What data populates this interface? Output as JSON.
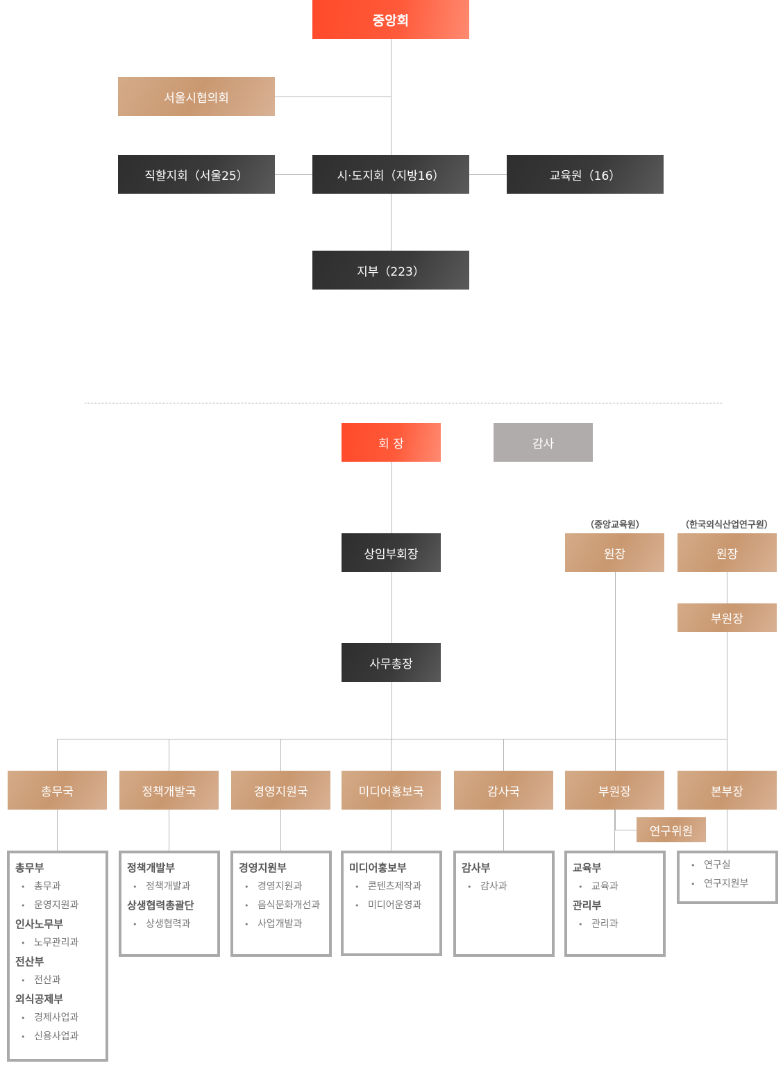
{
  "top": {
    "central": "중앙회",
    "seoul_council": "서울시협의회",
    "direct_branch": "직할지회（서울25）",
    "city_branch": "시·도지회（지방16）",
    "education": "교육원（16）",
    "branch": "지부（223）"
  },
  "org": {
    "president": "회 장",
    "auditor": "감사",
    "vice_chair": "상임부회장",
    "secretary_general": "사무총장",
    "edu_label": "（중앙교육원）",
    "edu_head": "원장",
    "inst_label": "（한국외식산업연구원）",
    "inst_head": "원장",
    "inst_vice": "부원장",
    "researcher": "연구위원",
    "departments": [
      "총무국",
      "정책개발국",
      "경영지원국",
      "미디어홍보국",
      "감사국",
      "부원장",
      "본부장"
    ]
  },
  "details": [
    [
      {
        "h": "총무부"
      },
      {
        "i": "총무과"
      },
      {
        "i": "운영지원과"
      },
      {
        "h": "인사노무부"
      },
      {
        "i": "노무관리과"
      },
      {
        "h": "전산부"
      },
      {
        "i": "전산과"
      },
      {
        "h": "외식공제부"
      },
      {
        "i": "경제사업과"
      },
      {
        "i": "신용사업과"
      }
    ],
    [
      {
        "h": "정책개발부"
      },
      {
        "i": "정책개발과"
      },
      {
        "h": "상생협력총괄단"
      },
      {
        "i": "상생협력과"
      }
    ],
    [
      {
        "h": "경영지원부"
      },
      {
        "i": "경영지원과"
      },
      {
        "i": "음식문화개선과"
      },
      {
        "i": "사업개발과"
      }
    ],
    [
      {
        "h": "미디어홍보부"
      },
      {
        "i": "콘텐츠제작과"
      },
      {
        "i": "미디어운영과"
      }
    ],
    [
      {
        "h": "감사부"
      },
      {
        "i": "감사과"
      }
    ],
    [
      {
        "h": "교육부"
      },
      {
        "i": "교육과"
      },
      {
        "h": "관리부"
      },
      {
        "i": "관리과"
      }
    ],
    [
      {
        "i": "연구실"
      },
      {
        "i": "연구지원부"
      }
    ]
  ]
}
